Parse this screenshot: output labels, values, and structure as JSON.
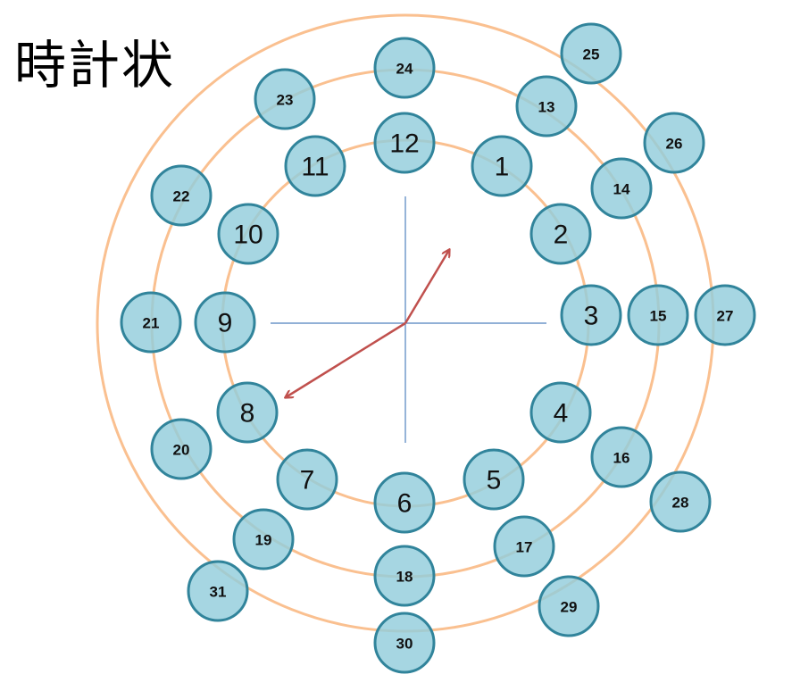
{
  "title": "時計状",
  "rings": {
    "color": "#fac090"
  },
  "axes": {
    "color": "#4f81bd"
  },
  "hands": {
    "color": "#c0504d"
  },
  "nodes": {
    "fill": "#92cddc",
    "stroke": "#31849b",
    "inner": [
      "1",
      "2",
      "3",
      "4",
      "5",
      "6",
      "7",
      "8",
      "9",
      "10",
      "11",
      "12"
    ],
    "middle": [
      "13",
      "14",
      "15",
      "16",
      "17",
      "18",
      "19",
      "20",
      "21",
      "22",
      "23",
      "24"
    ],
    "outer": [
      "25",
      "26",
      "27",
      "28",
      "29",
      "30",
      "31"
    ]
  }
}
